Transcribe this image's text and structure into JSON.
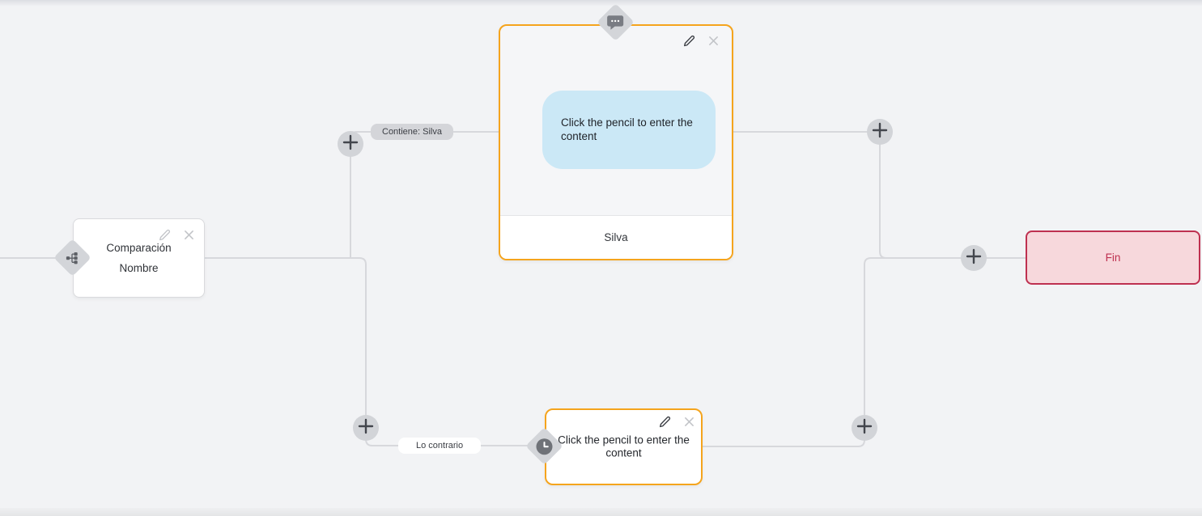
{
  "canvas": {
    "background": "#f2f3f5",
    "edge_color": "#d7d8dc",
    "accent": "#f5a41d"
  },
  "edges": {
    "top_label": "Contiene: Silva",
    "bottom_label": "Lo contrario"
  },
  "nodes": {
    "comparison": {
      "line1": "Comparación",
      "line2": "Nombre"
    },
    "message": {
      "bubble_text": "Click the pencil to enter the content",
      "footer_label": "Silva"
    },
    "wait": {
      "text": "Click the pencil to enter the content"
    },
    "end": {
      "label": "Fin"
    }
  },
  "icons": {
    "comparison_diamond": "sitemap-icon",
    "message_diamond": "chat-bubble-icon",
    "wait_diamond": "clock-icon",
    "node_actions": [
      "pencil-icon",
      "close-icon"
    ],
    "connector_button": "plus-icon"
  },
  "colors": {
    "message_bubble": "#cbe8f6",
    "end_bg": "#f7d8dc",
    "end_border": "#be3050",
    "pill_gray": "#d4d5d9",
    "pill_white": "#ffffff"
  }
}
